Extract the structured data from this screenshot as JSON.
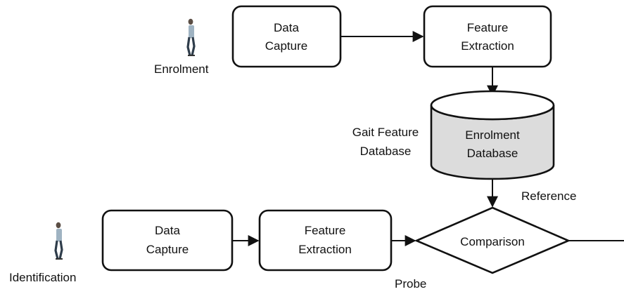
{
  "enrolment": {
    "label": "Enrolment",
    "data_capture": [
      "Data",
      "Capture"
    ],
    "feature_extraction": [
      "Feature",
      "Extraction"
    ]
  },
  "database": {
    "side_label": [
      "Gait Feature",
      "Database"
    ],
    "label": [
      "Enrolment",
      "Database"
    ],
    "fill_color": "#dcdcdc"
  },
  "identification": {
    "label": "Identification",
    "data_capture": [
      "Data",
      "Capture"
    ],
    "feature_extraction": [
      "Feature",
      "Extraction"
    ]
  },
  "comparison": {
    "label": "Comparison",
    "reference_label": "Reference",
    "probe_label": "Probe"
  },
  "icons": {
    "person": "walking-person-icon"
  }
}
